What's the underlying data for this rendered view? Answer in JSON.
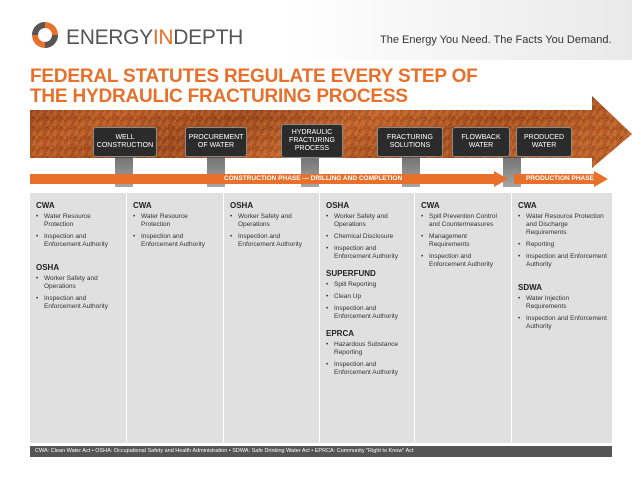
{
  "header": {
    "brand_part1": "ENERGY",
    "brand_part2": "IN",
    "brand_part3": "DEPTH",
    "tagline": "The Energy You Need. The Facts You Demand.",
    "logo_icon": "energy-in-depth-logo-icon"
  },
  "title": {
    "line1": "FEDERAL STATUTES REGULATE EVERY STEP OF",
    "line2": "THE HYDRAULIC FRACTURING PROCESS"
  },
  "stages": [
    {
      "line1": "WELL",
      "line2": "CONSTRUCTION",
      "line3": ""
    },
    {
      "line1": "PROCUREMENT",
      "line2": "OF WATER",
      "line3": ""
    },
    {
      "line1": "HYDRAULIC",
      "line2": "FRACTURING",
      "line3": "PROCESS"
    },
    {
      "line1": "FRACTURING",
      "line2": "SOLUTIONS",
      "line3": ""
    },
    {
      "line1": "FLOWBACK",
      "line2": "WATER",
      "line3": ""
    },
    {
      "line1": "PRODUCED",
      "line2": "WATER",
      "line3": ""
    }
  ],
  "phases": {
    "construction": "CONSTRUCTION PHASE — DRILLING AND COMPLETION",
    "production": "PRODUCTION PHASE"
  },
  "columns": [
    {
      "groups": [
        {
          "title": "CWA",
          "items": [
            "Water Resource Protection",
            "Inspection and Enforcement Authority"
          ]
        },
        {
          "title": "OSHA",
          "items": [
            "Worker Safety and Operations",
            "Inspection and Enforcement Authority"
          ]
        }
      ]
    },
    {
      "groups": [
        {
          "title": "CWA",
          "items": [
            "Water Resource Protection",
            "Inspection and Enforcement Authority"
          ]
        }
      ]
    },
    {
      "groups": [
        {
          "title": "OSHA",
          "items": [
            "Worker Safety and Operations",
            "Inspection and Enforcement Authority"
          ]
        }
      ]
    },
    {
      "groups": [
        {
          "title": "OSHA",
          "items": [
            "Worker Safety and Operations",
            "Chemical Disclosure",
            "Inspection and Enforcement Authority"
          ]
        },
        {
          "title": "SUPERFUND",
          "items": [
            "Spill Reporting",
            "Clean Up",
            "Inspection and Enforcement Authority"
          ]
        },
        {
          "title": "EPRCA",
          "items": [
            "Hazardous Substance Reporting",
            "Inspection and Enforcement Authority"
          ]
        }
      ]
    },
    {
      "groups": [
        {
          "title": "CWA",
          "items": [
            "Spill Prevention Control and Countermeasures",
            "Management Requirements",
            "Inspection and Enforcement Authority"
          ]
        }
      ]
    },
    {
      "groups": [
        {
          "title": "CWA",
          "items": [
            "Water Resource Protection and Discharge Requirements",
            "Reporting",
            "Inspection and Enforcement Authority"
          ]
        },
        {
          "title": "SDWA",
          "items": [
            "Water Injection Requirements",
            "Inspection and Enforcement Authority"
          ]
        }
      ]
    }
  ],
  "footer": "CWA: Clean Water Act • OSHA: Occupational Safety and Health Administration • SDWA: Safe Drinking Water Act • EPRCA: Community \"Right to Know\" Act",
  "colors": {
    "accent": "#e8702a",
    "dark": "#2b2b2b",
    "panel": "#e0e0e0"
  }
}
